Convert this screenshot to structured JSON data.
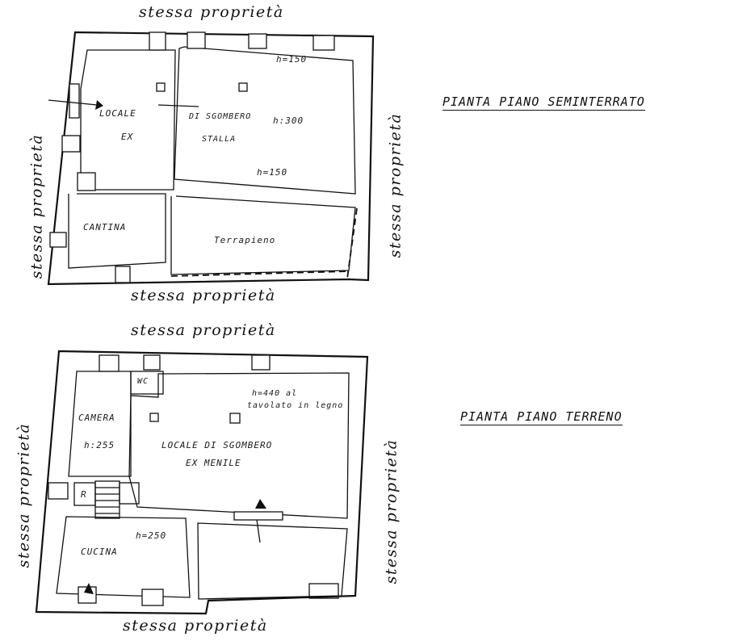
{
  "basement": {
    "title": "PIANTA PIANO SEMINTERRATO",
    "boundary_top": "stessa proprietà",
    "boundary_bottom": "stessa proprietà",
    "boundary_left": "stessa proprietà",
    "boundary_right": "stessa proprietà",
    "rooms": {
      "locale": "LOCALE",
      "ex": "EX",
      "di_sgombero": "DI SGOMBERO",
      "stalla": "STALLA",
      "cantina": "CANTINA",
      "terrapieno": "Terrapieno",
      "h150_top": "h=150",
      "h300": "h:300",
      "h150_bottom": "h=150"
    }
  },
  "ground": {
    "title": "PIANTA PIANO TERRENO",
    "boundary_top": "stessa proprietà",
    "boundary_bottom": "stessa proprietà",
    "boundary_left": "stessa proprietà",
    "boundary_right": "stessa proprietà",
    "rooms": {
      "wc": "WC",
      "camera": "CAMERA",
      "h255": "h:255",
      "h440": "h=440 al",
      "tavolato": "tavolato in legno",
      "locale_sgombero": "LOCALE DI SGOMBERO",
      "ex_menile": "EX MENILE",
      "r": "R",
      "cucina": "CUCINA",
      "h250": "h=250"
    }
  }
}
